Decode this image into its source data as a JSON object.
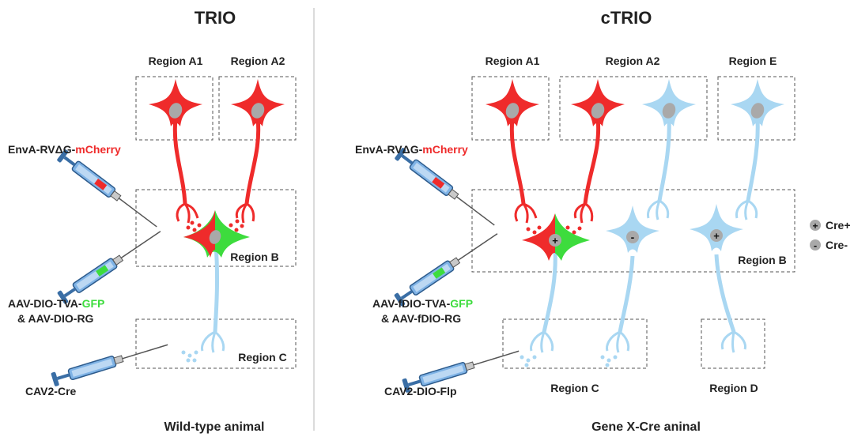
{
  "colors": {
    "red": "#ef2b2b",
    "blue": "#a9d7f2",
    "blue_dark": "#6cb5e3",
    "green": "#3ddc3d",
    "nucleus": "#a9a9a9",
    "text": "#222222"
  },
  "left_panel": {
    "title": "TRIO",
    "footer": "Wild-type animal",
    "regions": {
      "a1": "Region A1",
      "a2": "Region A2",
      "b": "Region B",
      "c": "Region C"
    },
    "injections": {
      "rabies_prefix": "EnvA-RVΔG-",
      "rabies_color_word": "mCherry",
      "aav_line1_prefix": "AAV-DIO-TVA-",
      "aav_line1_color_word": "GFP",
      "aav_line2": "& AAV-DIO-RG",
      "cav": "CAV2-Cre"
    }
  },
  "right_panel": {
    "title": "cTRIO",
    "footer": "Gene X-Cre aninal",
    "regions": {
      "a1": "Region A1",
      "a2": "Region A2",
      "e": "Region E",
      "b": "Region B",
      "c": "Region C",
      "d": "Region D"
    },
    "injections": {
      "rabies_prefix": "EnvA-RVΔG-",
      "rabies_color_word": "mCherry",
      "aav_line1_prefix": "AAV-fDIO-TVA-",
      "aav_line1_color_word": "GFP",
      "aav_line2": "& AAV-fDIO-RG",
      "cav": "CAV2-DIO-Flp"
    },
    "legend": [
      {
        "symbol": "+",
        "label": "Cre+"
      },
      {
        "symbol": "-",
        "label": "Cre-"
      }
    ]
  }
}
